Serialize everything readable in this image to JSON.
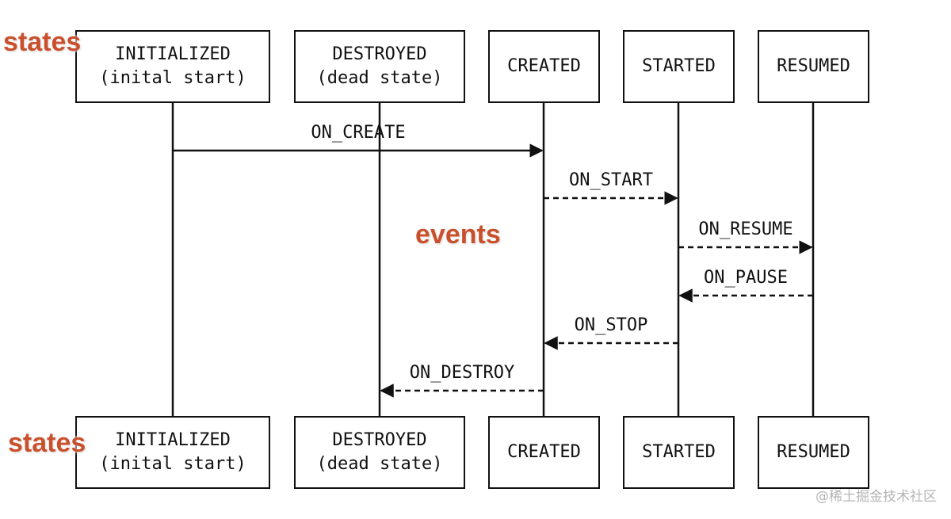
{
  "callouts": {
    "states_top": "states",
    "states_bottom": "states",
    "events": "events"
  },
  "states": {
    "initialized": {
      "line1": "INITIALIZED",
      "line2": "(inital start)"
    },
    "destroyed": {
      "line1": "DESTROYED",
      "line2": "(dead state)"
    },
    "created": {
      "line1": "CREATED"
    },
    "started": {
      "line1": "STARTED"
    },
    "resumed": {
      "line1": "RESUMED"
    }
  },
  "events": {
    "on_create": "ON_CREATE",
    "on_start": "ON_START",
    "on_resume": "ON_RESUME",
    "on_pause": "ON_PAUSE",
    "on_stop": "ON_STOP",
    "on_destroy": "ON_DESTROY"
  },
  "watermark": "@稀土掘金技术社区",
  "colors": {
    "line": "#111111",
    "callout": "#c8502d",
    "watermark": "#b5b5b5"
  }
}
